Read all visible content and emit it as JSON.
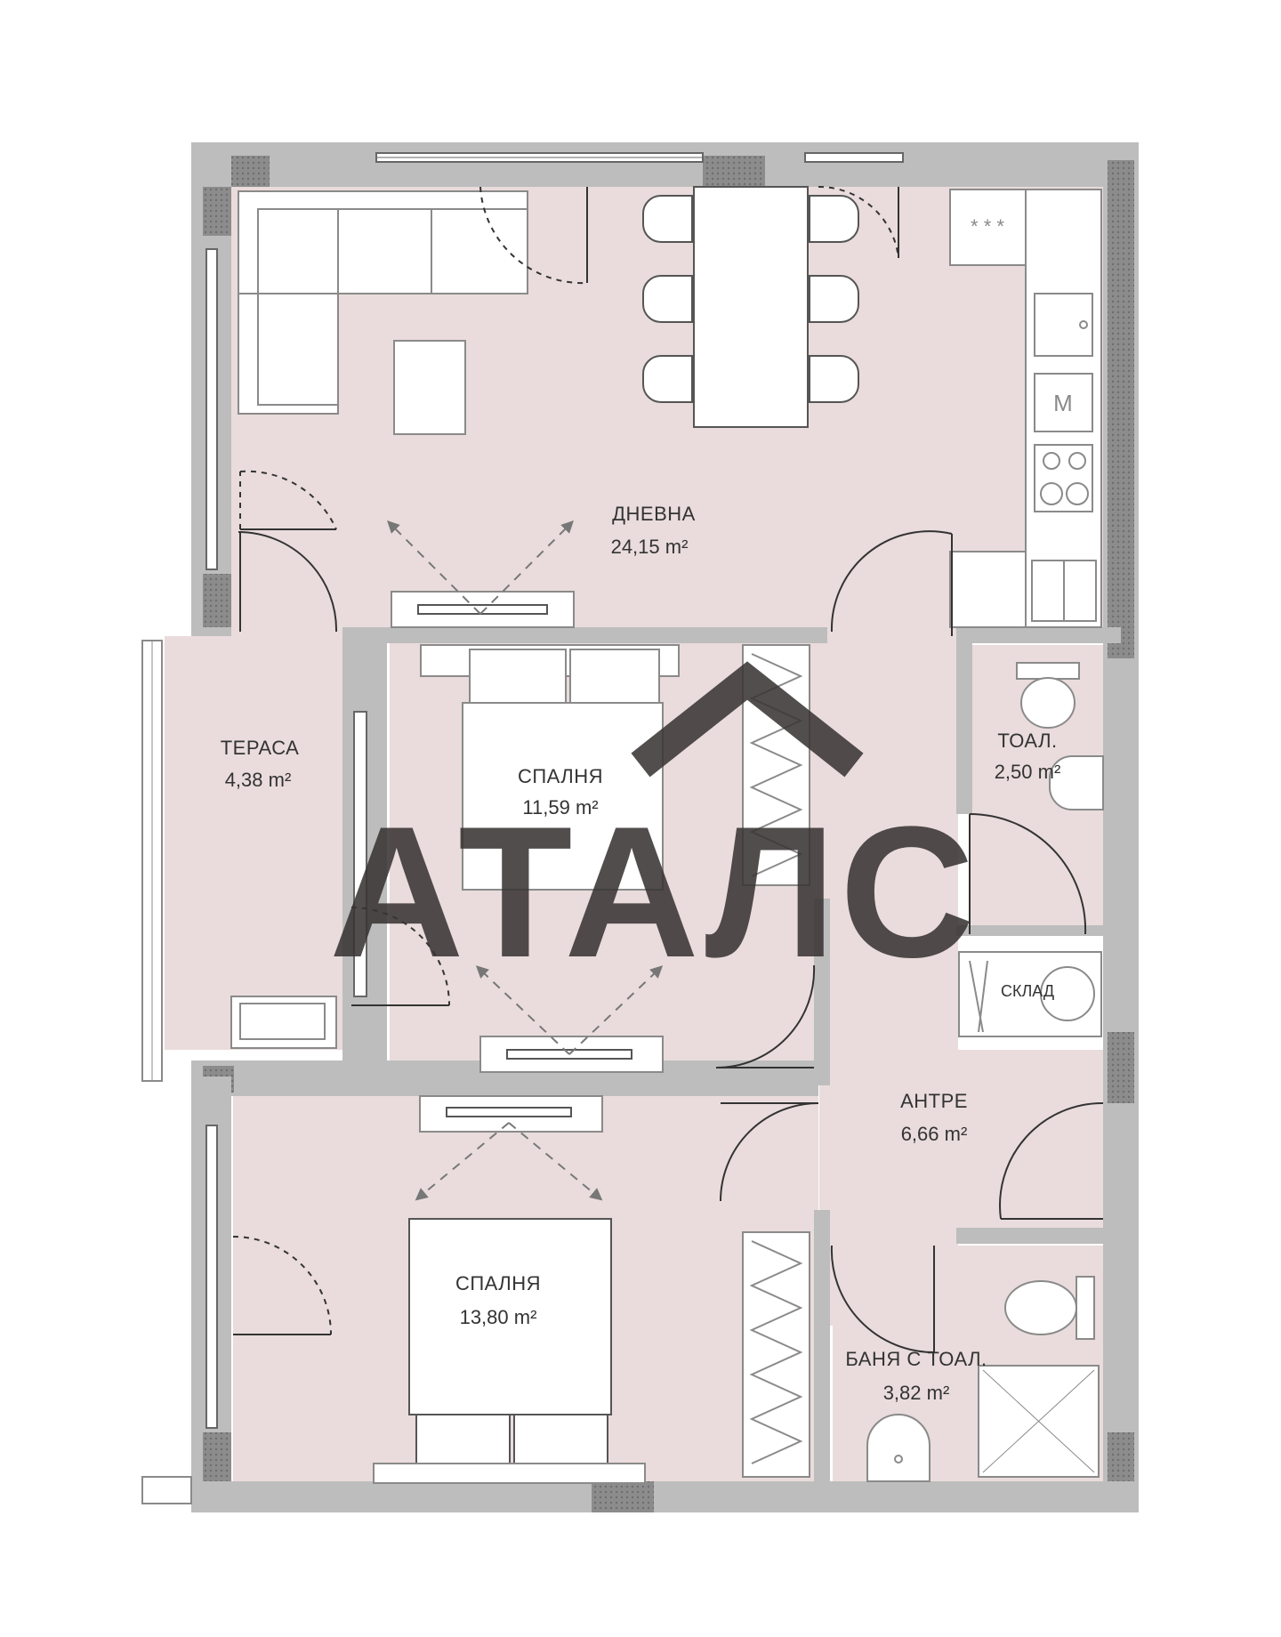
{
  "colors": {
    "floor": "#eadcdc",
    "wall": "#bdbdbd",
    "wall_hatch": "#7e7e7e",
    "furniture_fill": "#ffffff",
    "furniture_line": "#8a8a8a",
    "label": "#333333",
    "logo": "#3a3535",
    "arrow": "#777777"
  },
  "rooms": {
    "living": {
      "name": "ДНЕВНА",
      "area_value": "24,15",
      "area_unit": "m²"
    },
    "terrace": {
      "name": "ТЕРАСА",
      "area_value": "4,38",
      "area_unit": "m²"
    },
    "bedroom1": {
      "name": "СПАЛНЯ",
      "area_value": "11,59",
      "area_unit": "m²"
    },
    "toilet": {
      "name": "ТОАЛ.",
      "area_value": "2,50",
      "area_unit": "m²"
    },
    "storage": {
      "name": "СКЛАД"
    },
    "hall": {
      "name": "АНТРЕ",
      "area_value": "6,66",
      "area_unit": "m²"
    },
    "bedroom2": {
      "name": "СПАЛНЯ",
      "area_value": "13,80",
      "area_unit": "m²"
    },
    "bathroom": {
      "name": "БАНЯ С ТОАЛ.",
      "area_value": "3,82",
      "area_unit": "m²"
    }
  },
  "watermark": {
    "text": "АТАЛС"
  },
  "icons": {
    "stove": "stove-icon",
    "sink": "sink-icon",
    "toilet": "toilet-icon",
    "washbasin": "washbasin-icon",
    "shower": "shower-icon",
    "microwave": "microwave-icon",
    "ac_unit": "air-conditioner-icon",
    "sofa": "sofa-icon",
    "bed": "bed-icon",
    "wardrobe": "wardrobe-icon",
    "dining_table": "dining-table-icon",
    "washing_machine": "washing-machine-icon",
    "door": "door-swing-icon",
    "window": "window-icon"
  }
}
